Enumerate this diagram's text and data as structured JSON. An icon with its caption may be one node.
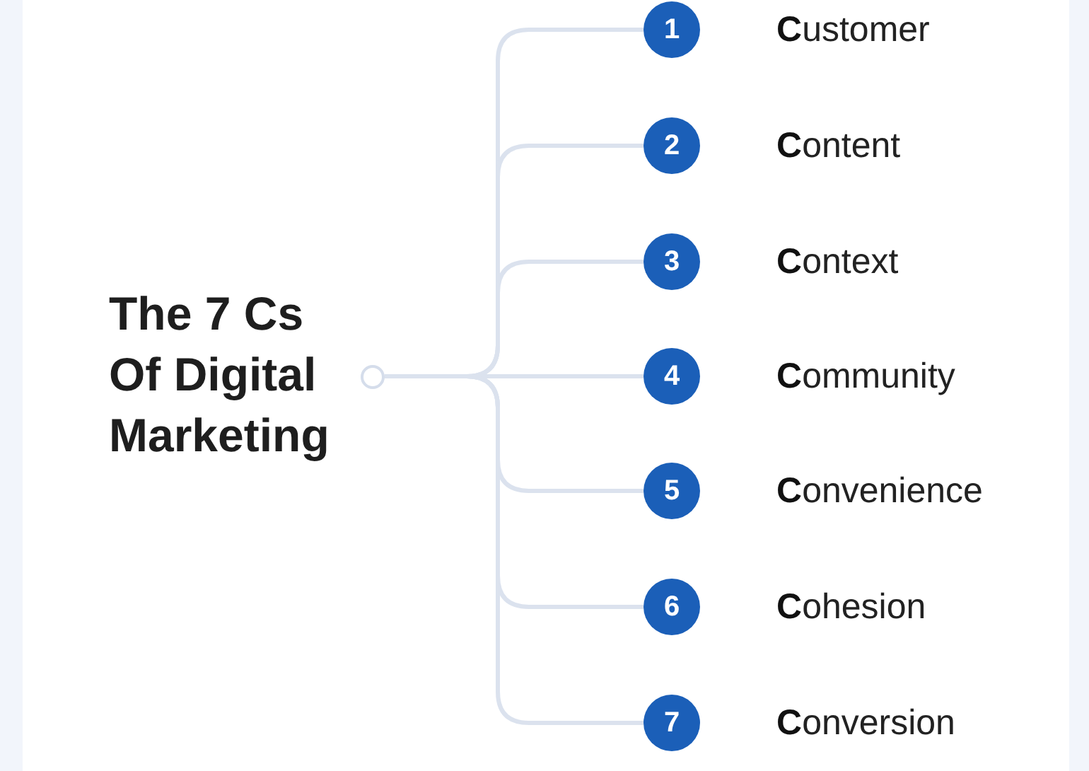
{
  "diagram": {
    "title": "The 7 Cs Of Digital Marketing",
    "nodes": [
      {
        "text": [],
        "shape": "circle"
      },
      {
        "text": [
          "1"
        ],
        "beside": [
          "**C**ustomer"
        ]
      },
      {
        "text": [
          "2"
        ],
        "beside": [
          "**C**ontent"
        ]
      },
      {
        "text": [
          "3"
        ],
        "beside": [
          "**C**ontext"
        ]
      },
      {
        "text": [
          "4"
        ],
        "beside": [
          "**C**ommunity"
        ]
      },
      {
        "text": [
          "5"
        ],
        "beside": [
          "**C**onvenience"
        ]
      },
      {
        "text": [
          "6"
        ],
        "beside": [
          "**C**ohesion"
        ]
      },
      {
        "text": [
          "7"
        ],
        "beside": [
          "**C**onversion"
        ]
      }
    ],
    "edges": [
      {
        "from": 0,
        "to": 1,
        "arrow": "none"
      },
      {
        "from": 0,
        "to": 2,
        "arrow": "none"
      },
      {
        "from": 0,
        "to": 3,
        "arrow": "none"
      },
      {
        "from": 0,
        "to": 4,
        "arrow": "none"
      },
      {
        "from": 0,
        "to": 5,
        "arrow": "none"
      },
      {
        "from": 0,
        "to": 6,
        "arrow": "none"
      },
      {
        "from": 0,
        "to": 7,
        "arrow": "none"
      }
    ]
  }
}
